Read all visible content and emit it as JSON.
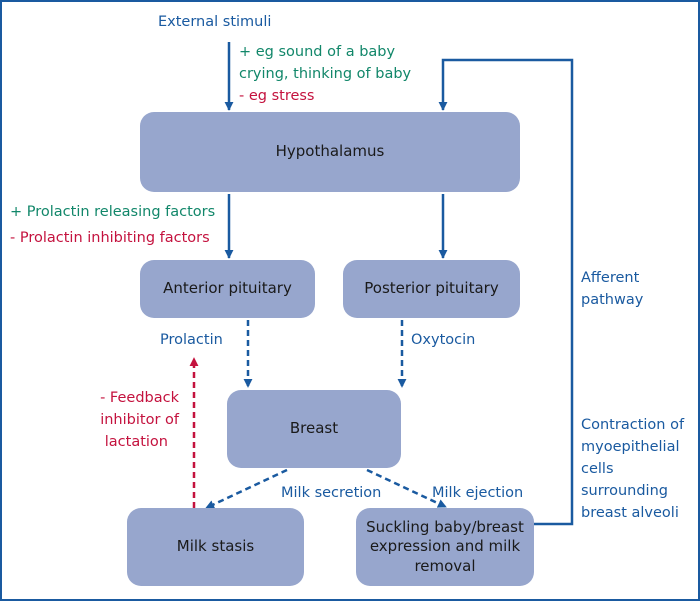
{
  "colors": {
    "border": "#1a5aa0",
    "box_fill": "#97a6cd",
    "arrow_blue": "#1a5aa0",
    "arrow_red": "#c4123e",
    "text_blue": "#1a5aa0",
    "text_green": "#12876a",
    "text_red": "#c4123e"
  },
  "nodes": {
    "hypothalamus": "Hypothalamus",
    "anterior_pituitary": "Anterior pituitary",
    "posterior_pituitary": "Posterior pituitary",
    "breast": "Breast",
    "milk_stasis": "Milk stasis",
    "suckling": "Suckling baby/breast expression and milk removal"
  },
  "labels": {
    "external_stimuli": "External stimuli",
    "stimuli_positive_1": "+ eg sound of a baby",
    "stimuli_positive_2": "crying, thinking of baby",
    "stimuli_negative": "- eg stress",
    "prolactin_releasing": "+ Prolactin releasing factors",
    "prolactin_inhibiting": "- Prolactin inhibiting factors",
    "prolactin": "Prolactin",
    "oxytocin": "Oxytocin",
    "afferent_1": "Afferent",
    "afferent_2": "pathway",
    "feedback_1": "- Feedback",
    "feedback_2": "inhibitor of",
    "feedback_3": "lactation",
    "milk_secretion": "Milk secretion",
    "milk_ejection": "Milk ejection",
    "contraction_1": "Contraction of",
    "contraction_2": "myoepithelial",
    "contraction_3": "cells",
    "contraction_4": "surrounding",
    "contraction_5": "breast alveoli"
  }
}
